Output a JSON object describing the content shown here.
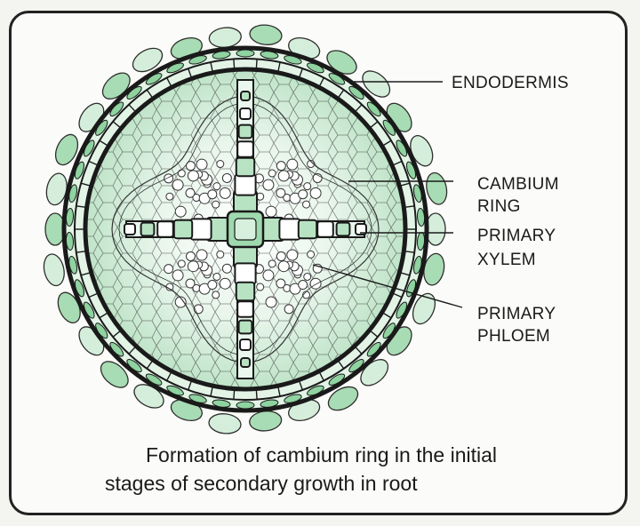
{
  "labels": {
    "endodermis": "ENDODERMIS",
    "cambium_l1": "CAMBIUM",
    "cambium_l2": "RING",
    "xylem_l1": "PRIMARY",
    "xylem_l2": "XYLEM",
    "phloem_l1": "PRIMARY",
    "phloem_l2": "PHLOEM"
  },
  "caption": {
    "line1": "Formation of cambium ring in the initial",
    "line2": "stages of secondary growth in root"
  },
  "colors": {
    "cell_green": "#5fbf77",
    "pale_green": "#cfecd6",
    "ink": "#1a1a1a",
    "frame_bg": "#fbfbf9"
  }
}
